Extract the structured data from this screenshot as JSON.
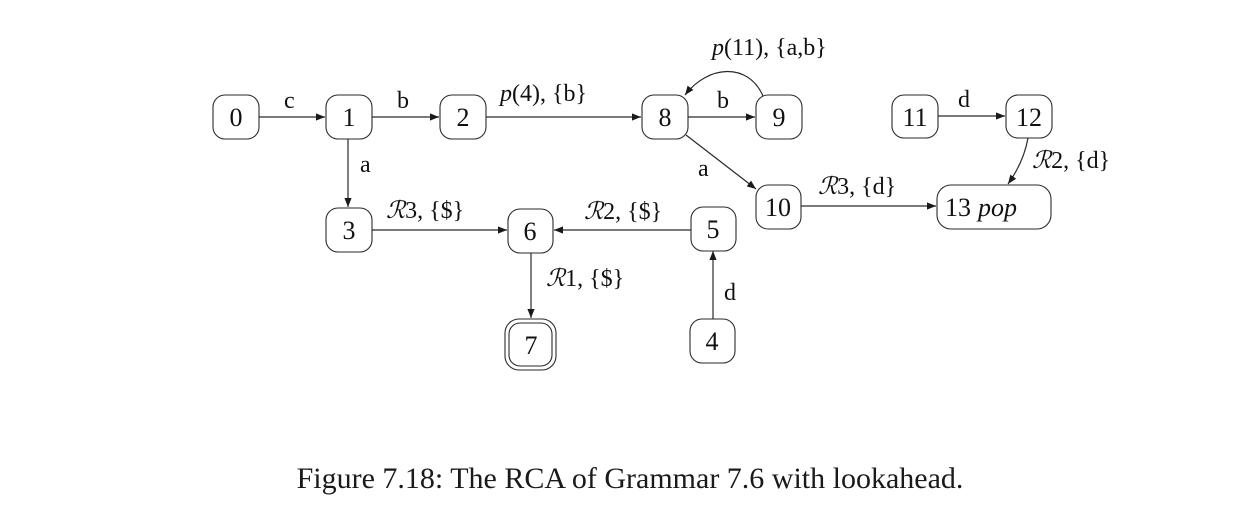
{
  "figure": {
    "caption": "Figure 7.18: The RCA of Grammar 7.6 with lookahead."
  },
  "nodes": [
    {
      "id": "0",
      "label": "0",
      "accepting": false
    },
    {
      "id": "1",
      "label": "1",
      "accepting": false
    },
    {
      "id": "2",
      "label": "2",
      "accepting": false
    },
    {
      "id": "3",
      "label": "3",
      "accepting": false
    },
    {
      "id": "4",
      "label": "4",
      "accepting": false
    },
    {
      "id": "5",
      "label": "5",
      "accepting": false
    },
    {
      "id": "6",
      "label": "6",
      "accepting": false
    },
    {
      "id": "7",
      "label": "7",
      "accepting": true
    },
    {
      "id": "8",
      "label": "8",
      "accepting": false
    },
    {
      "id": "9",
      "label": "9",
      "accepting": false
    },
    {
      "id": "10",
      "label": "10",
      "accepting": false
    },
    {
      "id": "11",
      "label": "11",
      "accepting": false
    },
    {
      "id": "12",
      "label": "12",
      "accepting": false
    },
    {
      "id": "13",
      "label": "13",
      "sublabel": "pop",
      "accepting": false
    }
  ],
  "edges": [
    {
      "from": "0",
      "to": "1",
      "label": "c"
    },
    {
      "from": "1",
      "to": "2",
      "label": "b"
    },
    {
      "from": "1",
      "to": "3",
      "label": "a"
    },
    {
      "from": "2",
      "to": "8",
      "label_prefix": "p",
      "label": "(4), {b}"
    },
    {
      "from": "3",
      "to": "6",
      "label_prefix": "ℛ",
      "label": "3, {$}"
    },
    {
      "from": "5",
      "to": "6",
      "label_prefix": "ℛ",
      "label": "2, {$}"
    },
    {
      "from": "6",
      "to": "7",
      "label_prefix": "ℛ",
      "label": "1, {$}"
    },
    {
      "from": "4",
      "to": "5",
      "label": "d"
    },
    {
      "from": "8",
      "to": "9",
      "label": "b"
    },
    {
      "from": "9",
      "to": "8",
      "label_prefix": "p",
      "label": "(11), {a,b}"
    },
    {
      "from": "8",
      "to": "10",
      "label": "a"
    },
    {
      "from": "10",
      "to": "13",
      "label_prefix": "ℛ",
      "label": "3, {d}"
    },
    {
      "from": "11",
      "to": "12",
      "label": "d"
    },
    {
      "from": "12",
      "to": "13",
      "label_prefix": "ℛ",
      "label": "2, {d}"
    }
  ]
}
